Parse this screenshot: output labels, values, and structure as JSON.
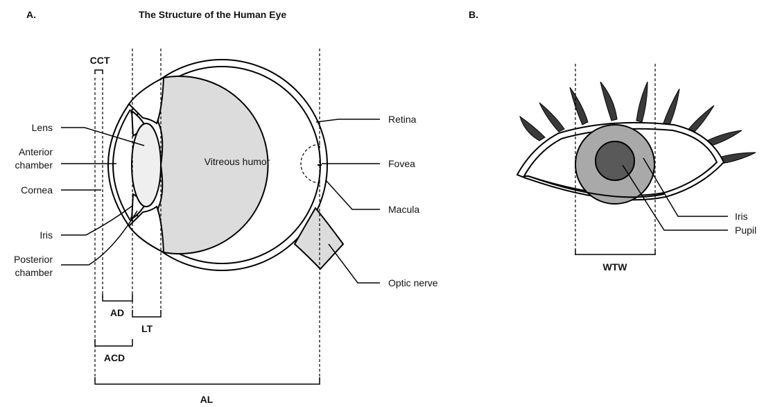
{
  "panel_a": {
    "letter": "A.",
    "title": "The Structure of the Human Eye",
    "labels": {
      "cct": "CCT",
      "lens": "Lens",
      "anterior_chamber_1": "Anterior",
      "anterior_chamber_2": "chamber",
      "cornea": "Cornea",
      "iris": "Iris",
      "posterior_chamber_1": "Posterior",
      "posterior_chamber_2": "chamber",
      "vitreous_humor": "Vitreous humor",
      "retina": "Retina",
      "fovea": "Fovea",
      "macula": "Macula",
      "optic_nerve": "Optic nerve",
      "ad": "AD",
      "lt": "LT",
      "acd": "ACD",
      "al": "AL"
    },
    "colors": {
      "vitreous": "#dcdcdc",
      "lens": "#efefef",
      "outline": "#000000"
    }
  },
  "panel_b": {
    "letter": "B.",
    "labels": {
      "iris": "Iris",
      "pupil": "Pupil",
      "wtw": "WTW"
    },
    "colors": {
      "iris": "#a9a9a9",
      "pupil": "#595959",
      "lashes": "#3a3a3a"
    }
  }
}
